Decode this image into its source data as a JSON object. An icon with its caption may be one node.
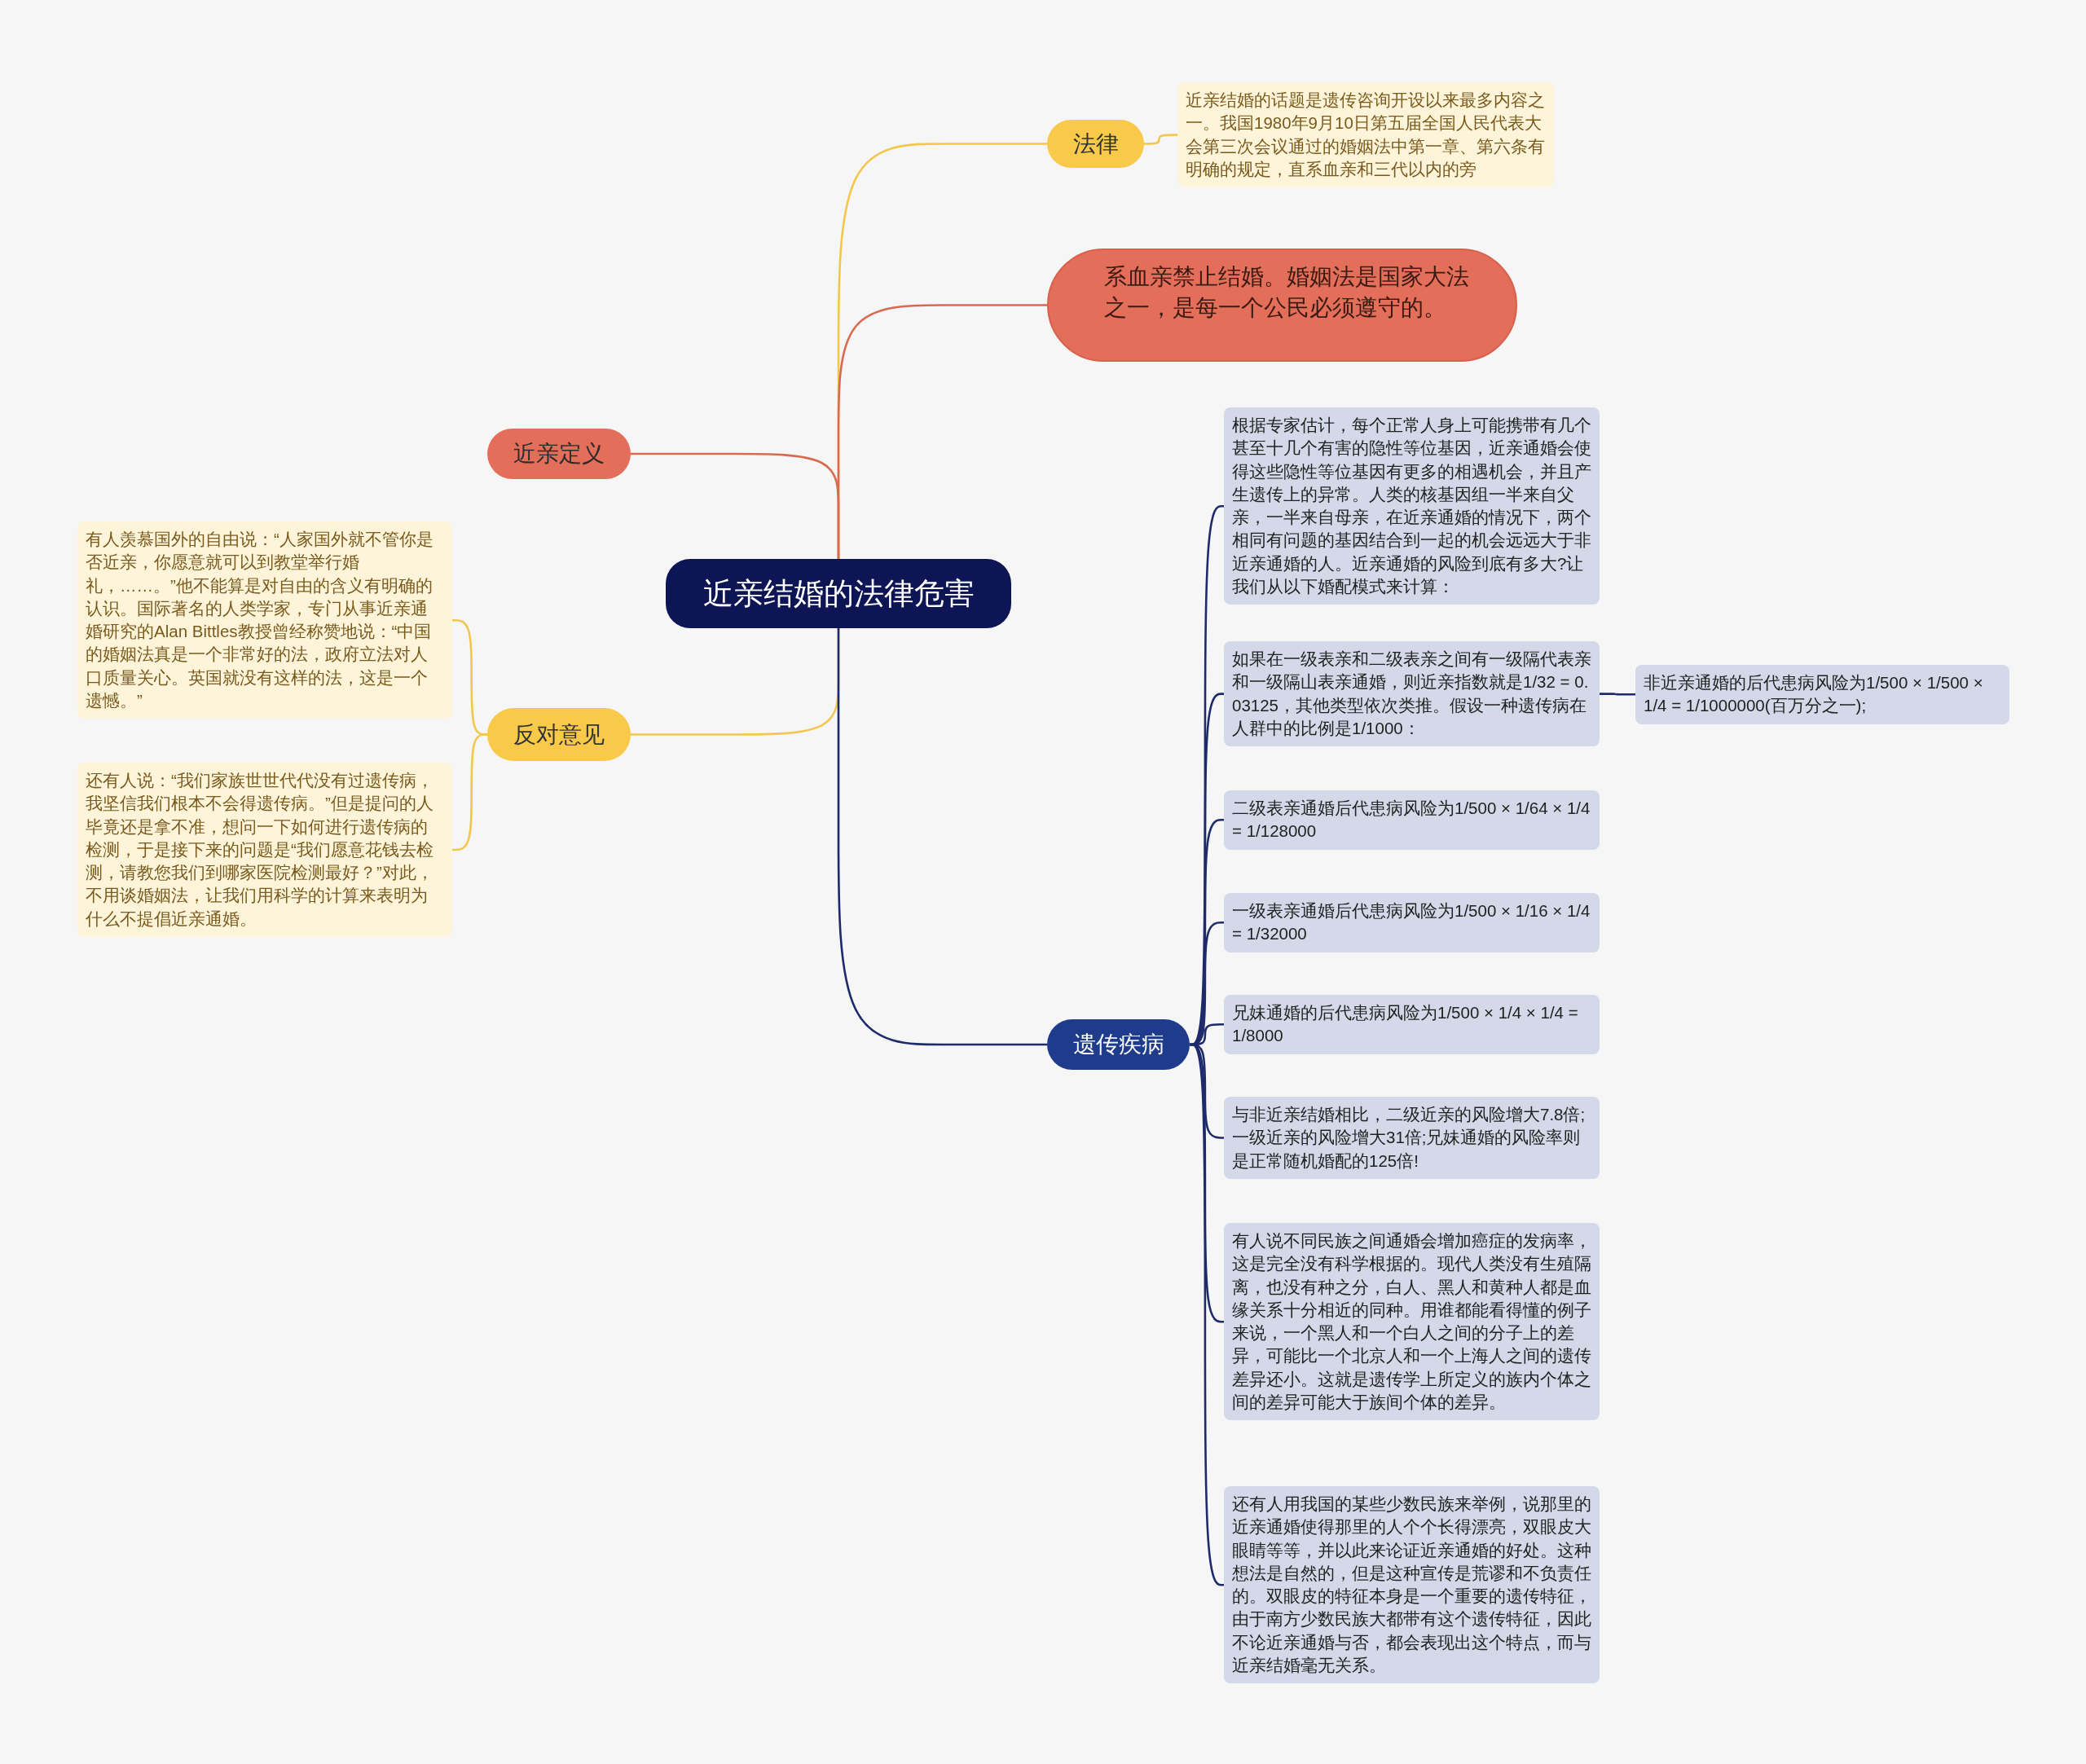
{
  "diagram": {
    "nodes": [
      {
        "text": [
          "近亲结婚的法律危害"
        ]
      },
      {
        "text": [
          "法律"
        ]
      },
      {
        "text": [
          "近亲结婚的话题是遗传咨询开设以来最多内容之一。我国1980年9月10日第五届全国人民代表大会第三次会议通过的婚姻法中第一章、第六条有明确的规定，直系血亲和三代以内的旁"
        ]
      },
      {
        "text": [
          "系血亲禁止结婚。婚姻法是国家大法之一，是每一个公民必须遵守的。"
        ]
      },
      {
        "text": [
          "近亲定义"
        ]
      },
      {
        "text": [
          "反对意见"
        ]
      },
      {
        "text": [
          "有人羡慕国外的自由说：“人家国外就不管你是否近亲，你愿意就可以到教堂举行婚礼，……。”他不能算是对自由的含义有明确的认识。国际著名的人类学家，专门从事近亲通婚研究的Alan Bittles教授曾经称赞地说：“中国的婚姻法真是一个非常好的法，政府立法对人口质量关心。英国就没有这样的法，这是一个遗憾。”"
        ]
      },
      {
        "text": [
          "还有人说：“我们家族世世代代没有过遗传病，我坚信我们根本不会得遗传病。”但是提问的人毕竟还是拿不准，想问一下如何进行遗传病的检测，于是接下来的问题是“我们愿意花钱去检测，请教您我们到哪家医院检测最好？”对此，不用谈婚姻法，让我们用科学的计算来表明为什么不提倡近亲通婚。"
        ]
      },
      {
        "text": [
          "遗传疾病"
        ]
      },
      {
        "text": [
          "根据专家估计，每个正常人身上可能携带有几个甚至十几个有害的隐性等位基因，近亲通婚会使得这些隐性等位基因有更多的相遇机会，并且产生遗传上的异常。人类的核基因组一半来自父亲，一半来自母亲，在近亲通婚的情况下，两个相同有问题的基因结合到一起的机会远远大于非近亲通婚的人。近亲通婚的风险到底有多大?让我们从以下婚配模式来计算："
        ]
      },
      {
        "text": [
          "如果在一级表亲和二级表亲之间有一级隔代表亲和一级隔山表亲通婚，则近亲指数就是1/32 = 0.03125，其他类型依次类推。假设一种遗传病在人群中的比例是1/1000："
        ]
      },
      {
        "text": [
          "非近亲通婚的后代患病风险为1/500 × 1/500 × 1/4 = 1/1000000(百万分之一);"
        ]
      },
      {
        "text": [
          "二级表亲通婚后代患病风险为1/500 × 1/64 × 1/4 = 1/128000"
        ]
      },
      {
        "text": [
          "一级表亲通婚后代患病风险为1/500 × 1/16 × 1/4 = 1/32000"
        ]
      },
      {
        "text": [
          "兄妹通婚的后代患病风险为1/500 × 1/4 × 1/4 = 1/8000"
        ]
      },
      {
        "text": [
          "与非近亲结婚相比，二级近亲的风险增大7.8倍;一级近亲的风险增大31倍;兄妹通婚的风险率则是正常随机婚配的125倍!"
        ]
      },
      {
        "text": [
          "有人说不同民族之间通婚会增加癌症的发病率，这是完全没有科学根据的。现代人类没有生殖隔离，也没有种之分，白人、黑人和黄种人都是血缘关系十分相近的同种。用谁都能看得懂的例子来说，一个黑人和一个白人之间的分子上的差异，可能比一个北京人和一个上海人之间的遗传差异还小。这就是遗传学上所定义的族内个体之间的差异可能大于族间个体的差异。"
        ]
      },
      {
        "text": [
          "还有人用我国的某些少数民族来举例，说那里的近亲通婚使得那里的人个个长得漂亮，双眼皮大眼睛等等，并以此来论证近亲通婚的好处。这种想法是自然的，但是这种宣传是荒谬和不负责任的。双眼皮的特征本身是一个重要的遗传特征，由于南方少数民族大都带有这个遗传特征，因此不论近亲通婚与否，都会表现出这个特点，而与近亲结婚毫无关系。"
        ]
      }
    ],
    "edges": [
      {
        "from": 0,
        "to": 1,
        "arrow": "none",
        "color": "#f3c64e"
      },
      {
        "from": 1,
        "to": 2,
        "arrow": "none",
        "color": "#f3c64e"
      },
      {
        "from": 0,
        "to": 3,
        "arrow": "none",
        "color": "#d9694f"
      },
      {
        "from": 0,
        "to": 4,
        "arrow": "none",
        "color": "#d9694f"
      },
      {
        "from": 0,
        "to": 5,
        "arrow": "none",
        "color": "#f3c64e"
      },
      {
        "from": 5,
        "to": 6,
        "arrow": "none",
        "color": "#f3c64e"
      },
      {
        "from": 5,
        "to": 7,
        "arrow": "none",
        "color": "#f3c64e"
      },
      {
        "from": 0,
        "to": 8,
        "arrow": "none"
      },
      {
        "from": 8,
        "to": 9,
        "arrow": "none"
      },
      {
        "from": 8,
        "to": 10,
        "arrow": "none"
      },
      {
        "from": 10,
        "to": 11,
        "arrow": "none"
      },
      {
        "from": 8,
        "to": 12,
        "arrow": "none"
      },
      {
        "from": 8,
        "to": 13,
        "arrow": "none"
      },
      {
        "from": 8,
        "to": 14,
        "arrow": "none"
      },
      {
        "from": 8,
        "to": 15,
        "arrow": "none"
      },
      {
        "from": 8,
        "to": 16,
        "arrow": "none"
      },
      {
        "from": 8,
        "to": 17,
        "arrow": "none"
      }
    ]
  }
}
